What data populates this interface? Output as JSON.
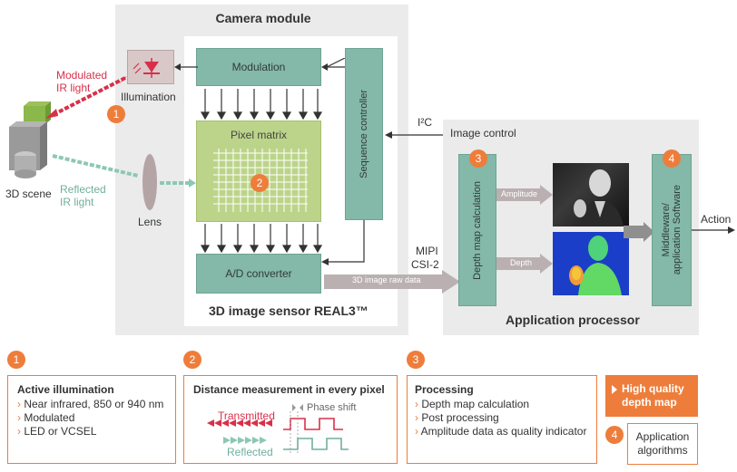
{
  "camera_module": {
    "title": "Camera module",
    "illumination_label": "Illumination",
    "modulated_ir": [
      "Modulated",
      "IR light"
    ],
    "reflected_ir": [
      "Reflected",
      "IR light"
    ],
    "scene_label": "3D scene",
    "lens_label": "Lens",
    "modulation": "Modulation",
    "pixel_matrix": "Pixel matrix",
    "ad_converter": "A/D converter",
    "sequence_controller": "Sequence controller",
    "sensor_title": "3D image sensor REAL3™",
    "badge1": "1",
    "badge2": "2"
  },
  "links": {
    "i2c": "I²C",
    "image_control": "Image control",
    "mipi": [
      "MIPI",
      "CSI-2"
    ],
    "raw_data": "3D image raw data"
  },
  "app_processor": {
    "title": "Application processor",
    "depth_map_calc": "Depth map calculation",
    "amplitude": "Amplitude",
    "depth": "Depth",
    "middleware": [
      "Middleware/",
      "application Software"
    ],
    "action": "Action",
    "badge3": "3",
    "badge4": "4"
  },
  "legend": {
    "one": {
      "badge": "1",
      "title": "Active illumination",
      "items": [
        "Near infrared, 850 or 940 nm",
        "Modulated",
        "LED or VCSEL"
      ]
    },
    "two": {
      "badge": "2",
      "title": "Distance measurement in every pixel",
      "phase_shift": "Phase shift",
      "transmitted": "Transmitted",
      "reflected": "Reflected"
    },
    "three": {
      "badge": "3",
      "title": "Processing",
      "items": [
        "Depth map calculation",
        "Post processing",
        "Amplitude data as quality indicator"
      ]
    },
    "four": {
      "high_quality": [
        "High quality",
        "depth map"
      ],
      "badge": "4",
      "app_algorithms": [
        "Application",
        "algorithms"
      ]
    }
  },
  "colors": {
    "accent": "#ee7d3b",
    "teal": "#84b8a8",
    "pixel_green": "#bcd48a",
    "panel_gray": "#ebebeb",
    "transmitted_red": "#d8304a"
  }
}
